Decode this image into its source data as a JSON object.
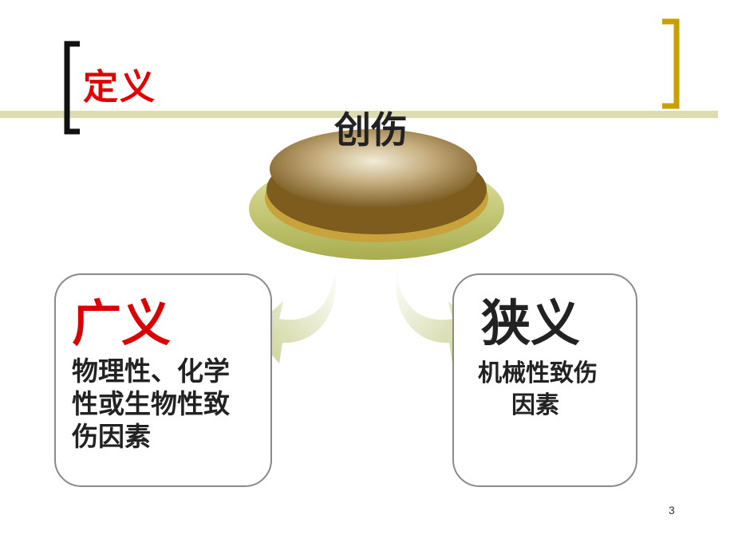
{
  "slide": {
    "title": "定义",
    "center_label": "创伤",
    "left_box": {
      "heading": "广义",
      "lines": [
        "物理性、化学",
        "性或生物性致",
        "伤因素"
      ]
    },
    "right_box": {
      "heading": "狭义",
      "lines": [
        "机械性致伤",
        "因素"
      ]
    },
    "page_number": "3"
  },
  "colors": {
    "title_red": "#e00000",
    "bracket_left": "#1a1a1a",
    "bracket_right": "#c9a000",
    "rule_line": "#d6d6a0",
    "disc_brown": "#8a6a2a",
    "disc_base": "#cfd27a",
    "arrow": "#d8dcae"
  }
}
